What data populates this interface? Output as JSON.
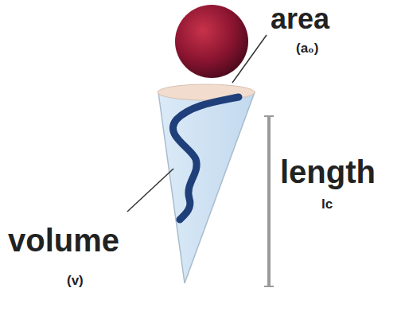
{
  "diagram": {
    "labels": [
      "area",
      "(a₀)",
      "length",
      "lc",
      "volume",
      "(v)"
    ]
  }
}
